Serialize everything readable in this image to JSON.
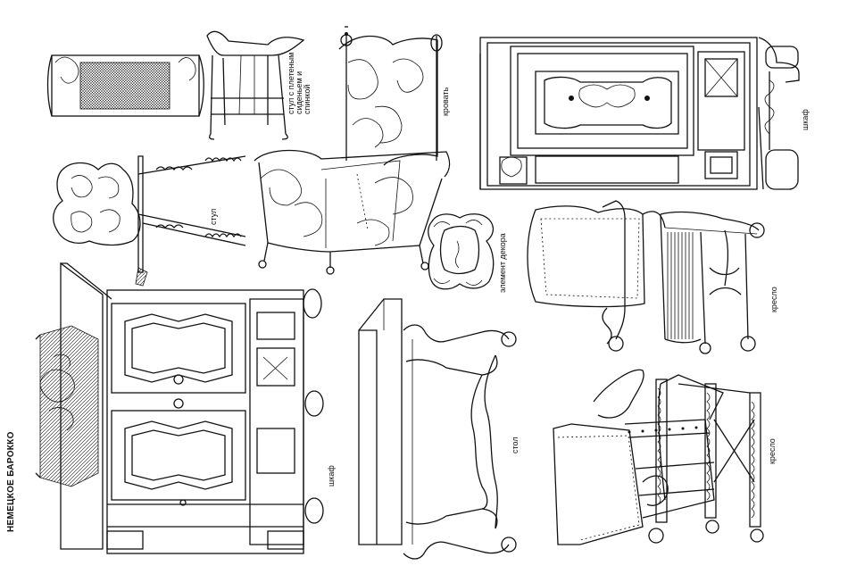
{
  "plate": {
    "title": "НЕМЕЦКОЕ БАРОККО"
  },
  "items": [
    {
      "id": "chair-wicker",
      "label": "стул с плетеным сиденьем и спинкой"
    },
    {
      "id": "bed",
      "label": "кровать"
    },
    {
      "id": "wardrobe-top",
      "label": "шкаф"
    },
    {
      "id": "chair",
      "label": "стул"
    },
    {
      "id": "decor-element",
      "label": "элемент декора"
    },
    {
      "id": "armchair-top",
      "label": "кресло"
    },
    {
      "id": "wardrobe-bottom",
      "label": "шкаф"
    },
    {
      "id": "table",
      "label": "стол"
    },
    {
      "id": "armchair-bottom",
      "label": "кресло"
    }
  ]
}
